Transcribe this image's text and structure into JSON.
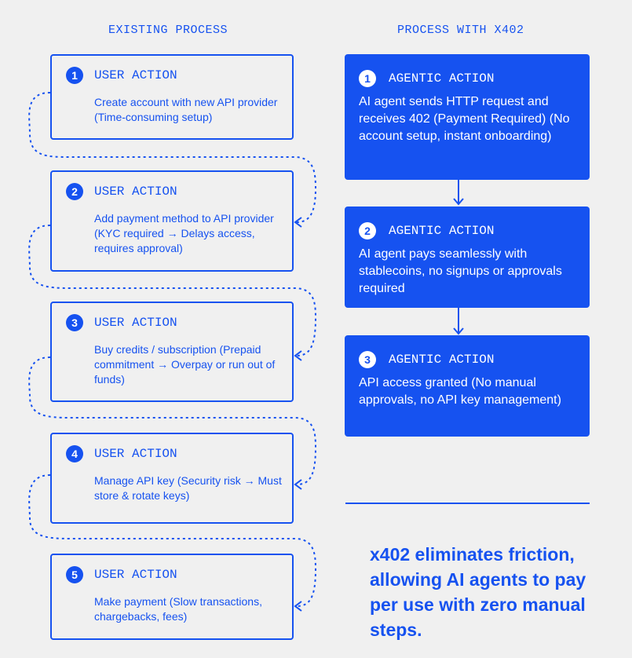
{
  "existing": {
    "title": "EXISTING PROCESS",
    "steps": [
      {
        "num": "1",
        "heading": "USER ACTION",
        "desc": "Create account with new API provider (Time-consuming setup)"
      },
      {
        "num": "2",
        "heading": "USER ACTION",
        "desc": "Add payment method to API provider (KYC required → Delays access, requires approval)"
      },
      {
        "num": "3",
        "heading": "USER ACTION",
        "desc": "Buy credits / subscription (Prepaid commitment → Overpay or run out of funds)"
      },
      {
        "num": "4",
        "heading": "USER ACTION",
        "desc": "Manage API key (Security risk → Must store & rotate keys)"
      },
      {
        "num": "5",
        "heading": "USER ACTION",
        "desc": "Make payment (Slow transactions, chargebacks, fees)"
      }
    ]
  },
  "x402": {
    "title": "PROCESS WITH X402",
    "steps": [
      {
        "num": "1",
        "heading": "AGENTIC ACTION",
        "desc": "AI agent sends HTTP request and receives 402 (Payment Required) (No account setup, instant onboarding)"
      },
      {
        "num": "2",
        "heading": "AGENTIC ACTION",
        "desc": "AI agent pays seamlessly with stablecoins, no signups or approvals required"
      },
      {
        "num": "3",
        "heading": "AGENTIC ACTION",
        "desc": "API access granted (No manual approvals, no API key management)"
      }
    ]
  },
  "tagline": "x402 eliminates friction, allowing AI agents to pay per use with zero manual steps.",
  "colors": {
    "accent": "#1652f0",
    "background": "#f0f0f0",
    "white": "#ffffff"
  }
}
